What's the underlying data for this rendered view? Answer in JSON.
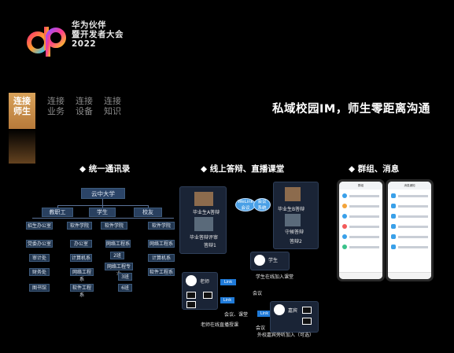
{
  "event": {
    "line1": "华为伙伴",
    "line2": "暨开发者大会",
    "line3": "2022"
  },
  "tabs": [
    {
      "label": "连接\n师生",
      "active": true
    },
    {
      "label": "连接\n业务",
      "active": false
    },
    {
      "label": "连接\n设备",
      "active": false
    },
    {
      "label": "连接\n知识",
      "active": false
    }
  ],
  "headline": "私域校园IM，师生零距离沟通",
  "sections": {
    "directory": "◆ 统一通讯录",
    "live": "◆ 线上答辩、直播课堂",
    "groups": "◆ 群组、消息"
  },
  "org": {
    "root": "云中大学",
    "level1": [
      "教职工",
      "学生",
      "校友"
    ],
    "col1": [
      "招生办公室",
      "党委办公室",
      "审计处",
      "财务处",
      "图书馆"
    ],
    "col2": [
      "软件学院",
      "办公室",
      "计算机系",
      "网络工程系",
      "软件工程系"
    ],
    "col3": [
      "软件学院",
      "网络工程系",
      "2班",
      "网络工程专业",
      "3班",
      "6班"
    ],
    "col4": [
      "软件学院",
      "网络工程系",
      "计算机系",
      "软件工程系"
    ]
  },
  "live": {
    "card1": [
      "毕业生A答辩",
      "毕业答辩评审",
      "答辩1"
    ],
    "card2": [
      "毕业生B答辩",
      "守候答辩",
      "答辩2"
    ],
    "cloud1": "WeLink\n会议",
    "cloud2": "会议\n系统",
    "student": "学生",
    "student_caption": "学生在线加入课堂",
    "teacher": "老师",
    "teacher_caption": "老师在线直播授课",
    "join": "会议、课堂",
    "meet": "会议",
    "meet2": "会议",
    "guest": "嘉宾",
    "guest_caption": "外校嘉宾旁听加入（可选）"
  },
  "phones": {
    "left_title": "群组",
    "right_title": "消息通知"
  }
}
